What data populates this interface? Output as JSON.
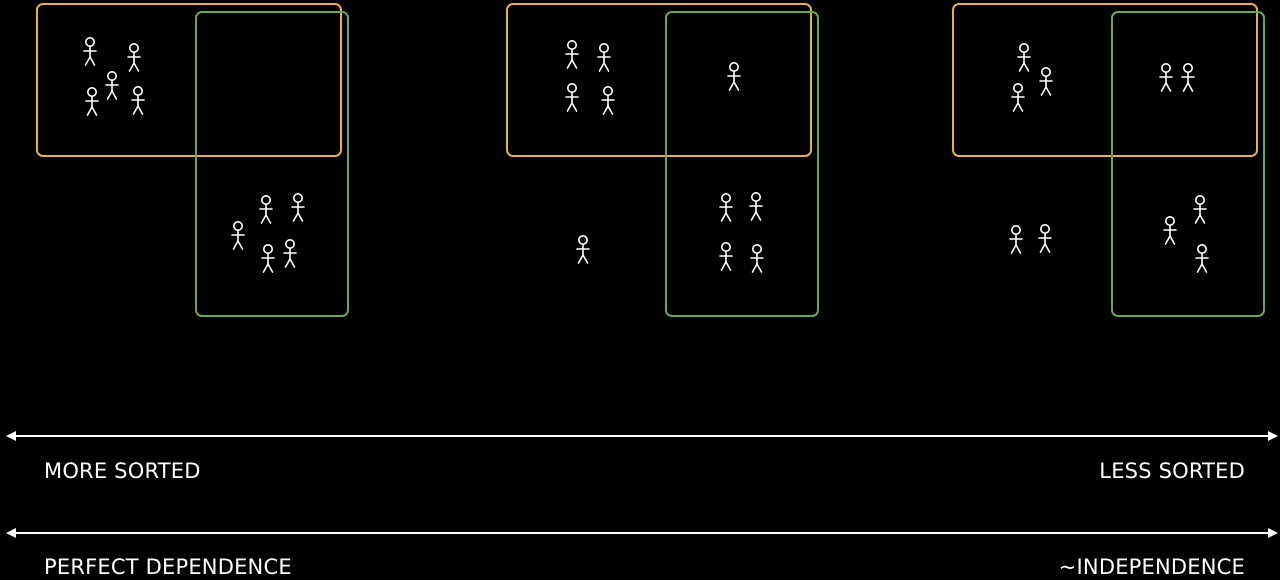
{
  "labels": {
    "axis1_left": "MORE SORTED",
    "axis1_right": "LESS SORTED",
    "axis2_left": "PERFECT DEPENDENCE",
    "axis2_right": "~INDEPENDENCE"
  },
  "colors": {
    "background": "#000000",
    "set_a": "#e8b04a",
    "set_b": "#6aa84f",
    "figure": "#ffffff",
    "axis": "#ffffff"
  },
  "panels": [
    {
      "name": "panel-1",
      "only_a": 5,
      "both": 0,
      "only_b": 5,
      "neither": 0
    },
    {
      "name": "panel-2",
      "only_a": 4,
      "both": 1,
      "only_b": 4,
      "neither": 1
    },
    {
      "name": "panel-3",
      "only_a": 3,
      "both": 2,
      "only_b": 3,
      "neither": 2
    }
  ]
}
